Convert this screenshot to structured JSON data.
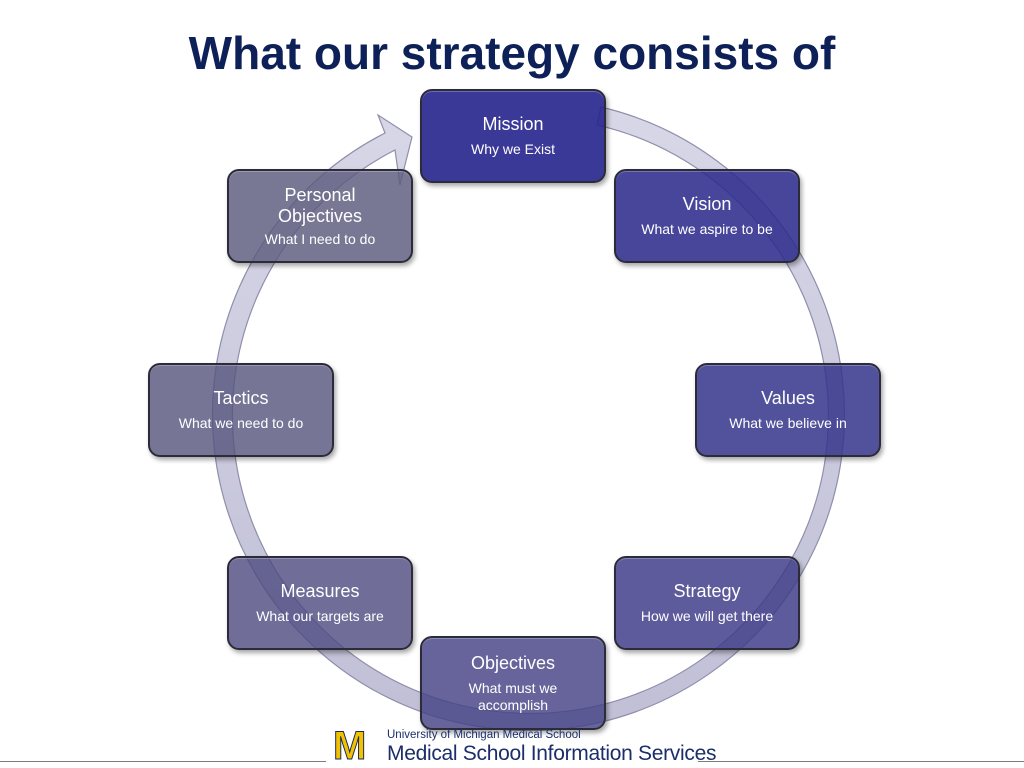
{
  "title": "What our strategy consists of",
  "nodes": [
    {
      "key": "mission",
      "title": "Mission",
      "subtitle": "Why we Exist"
    },
    {
      "key": "vision",
      "title": "Vision",
      "subtitle": "What we aspire to be"
    },
    {
      "key": "values",
      "title": "Values",
      "subtitle": "What we believe in"
    },
    {
      "key": "strategy",
      "title": "Strategy",
      "subtitle": "How we will get there"
    },
    {
      "key": "objectives",
      "title": "Objectives",
      "subtitle": "What must we accomplish"
    },
    {
      "key": "measures",
      "title": "Measures",
      "subtitle": "What our targets are"
    },
    {
      "key": "tactics",
      "title": "Tactics",
      "subtitle": "What we need to do"
    },
    {
      "key": "personal",
      "title": "Personal Objectives",
      "subtitle": "What I need to do"
    }
  ],
  "footer": {
    "logo_letter": "M",
    "small_text": "University of Michigan Medical School",
    "big_text": "Medical School Information Services"
  },
  "colors": {
    "title": "#0d2057",
    "ring": "#c9c8dc",
    "node_dark": "#26248c",
    "node_light": "#5c5a7c",
    "logo_maize": "#f2c200",
    "logo_blue": "#1b2e6b"
  }
}
